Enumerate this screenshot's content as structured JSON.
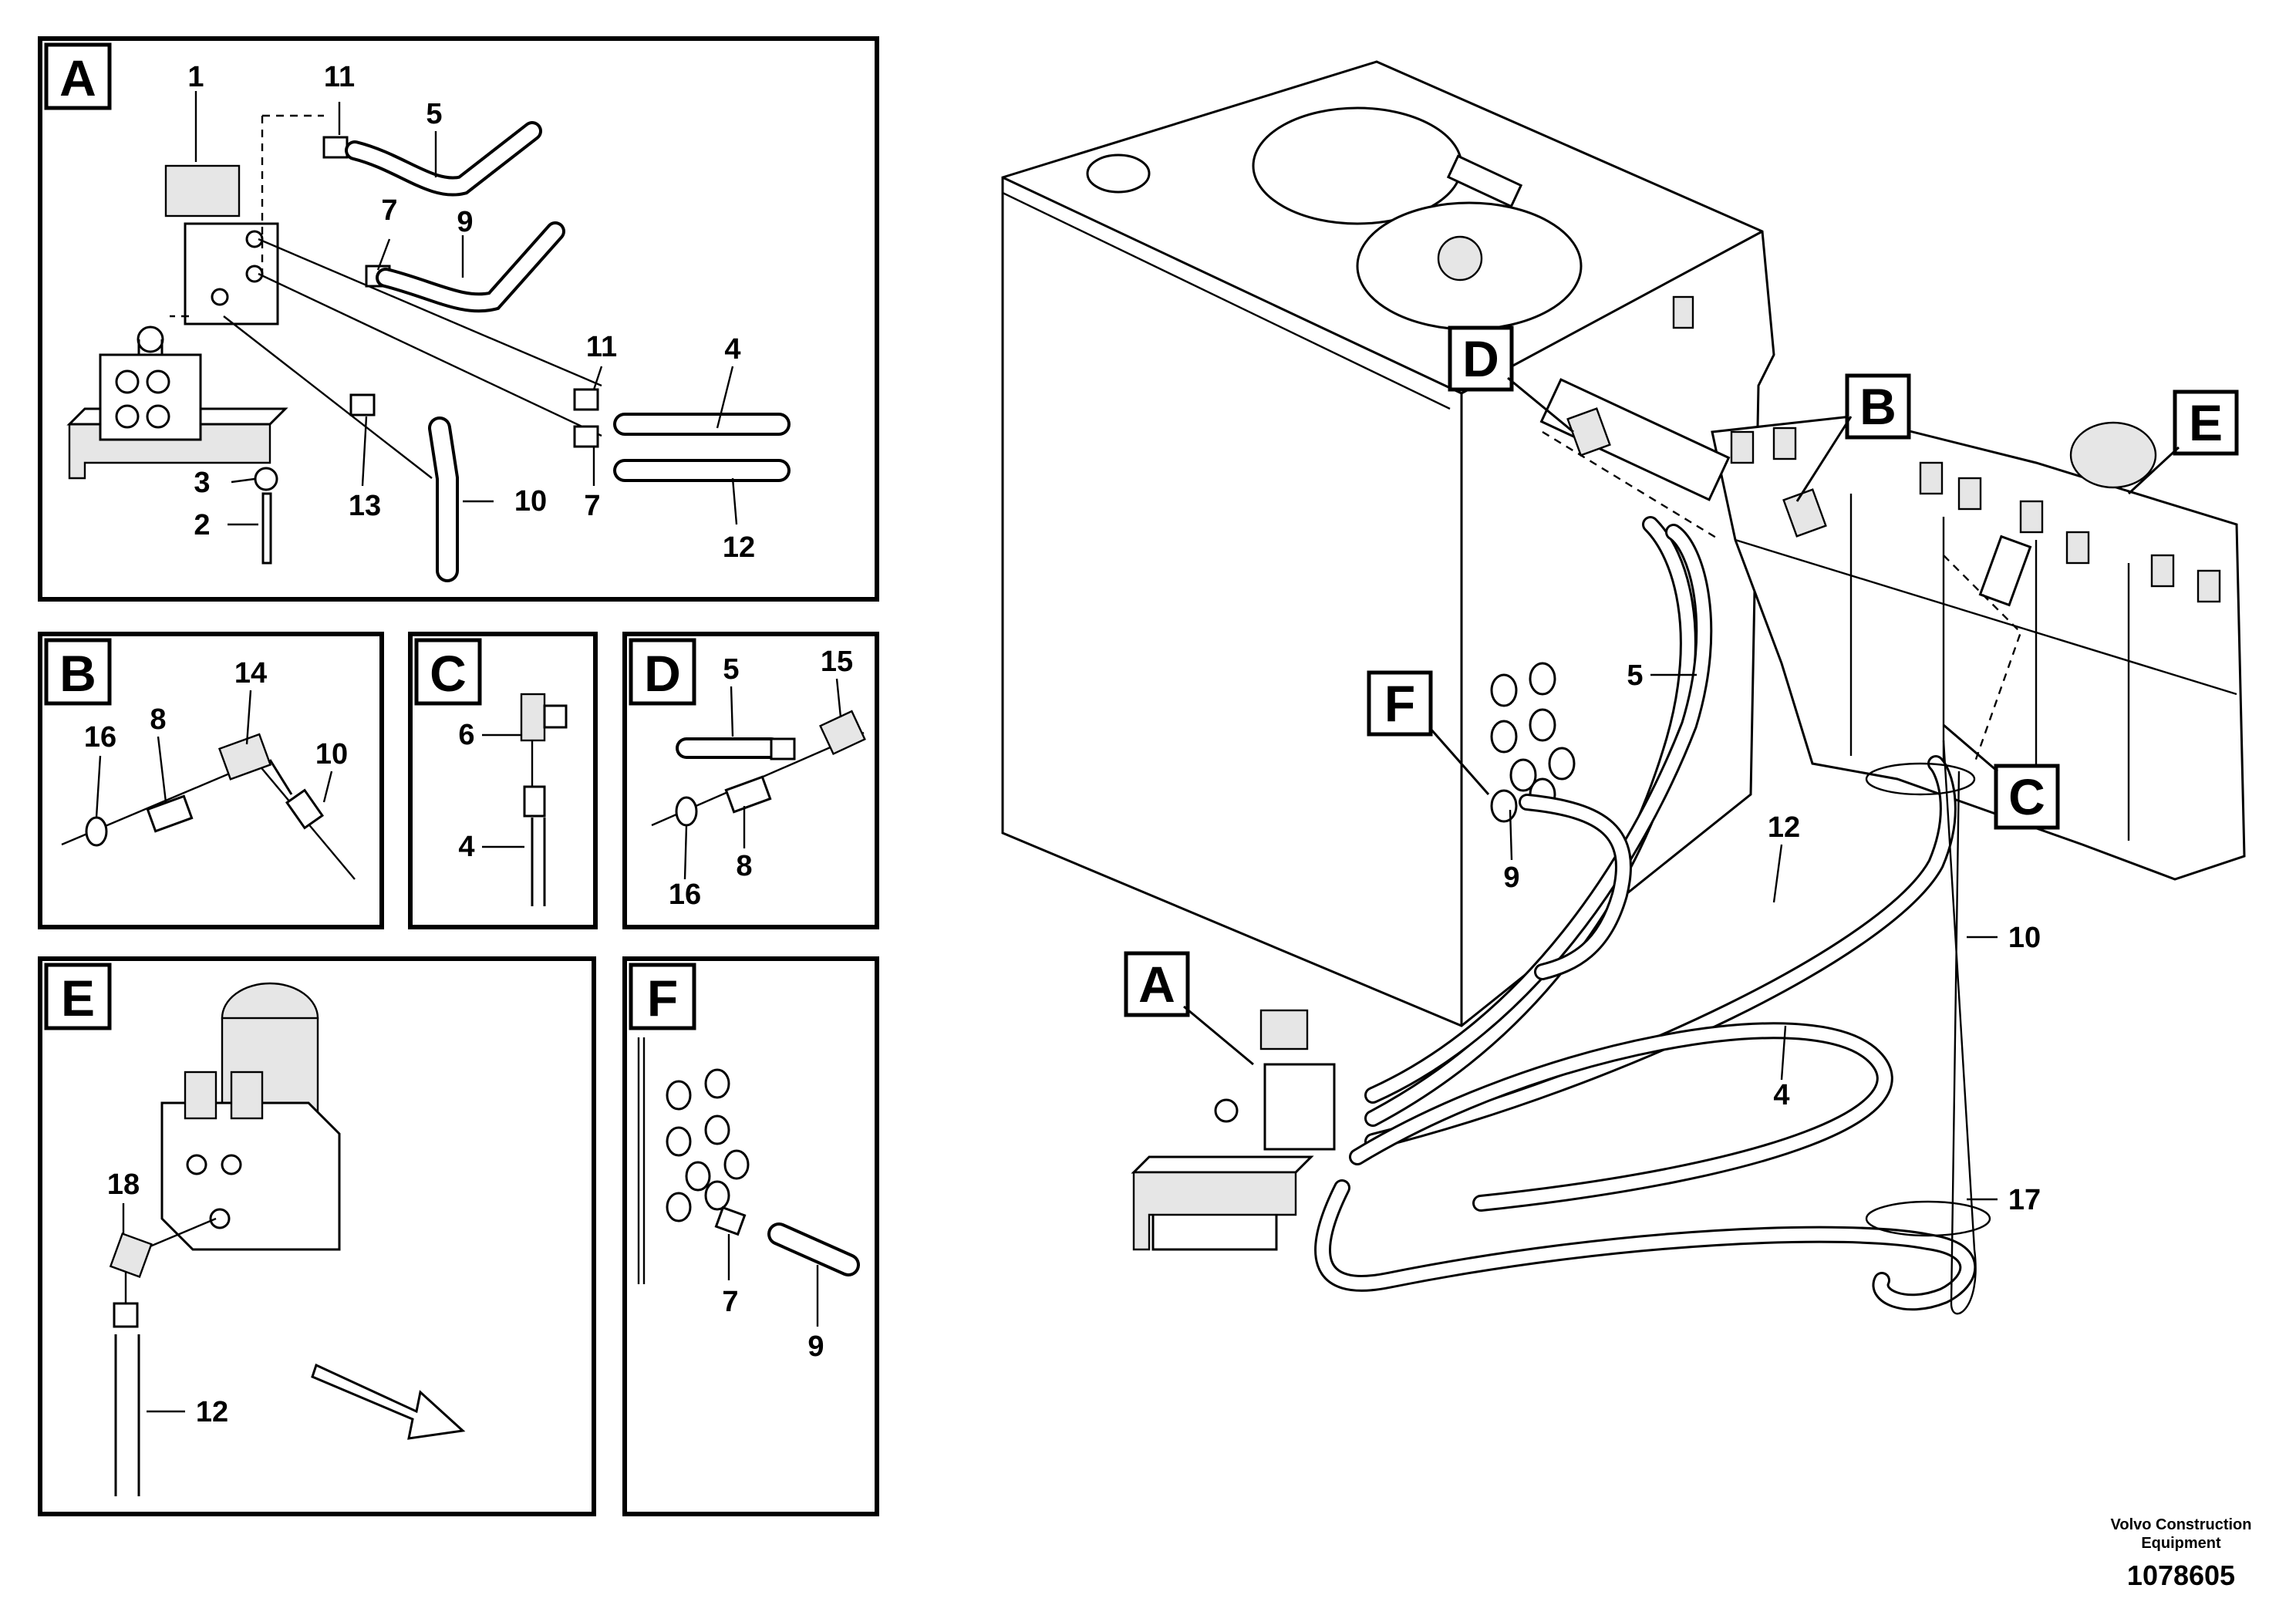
{
  "panels": {
    "A": {
      "letter": "A",
      "callouts": [
        "1",
        "11",
        "5",
        "7",
        "9",
        "11",
        "4",
        "7",
        "12",
        "13",
        "10",
        "3",
        "2"
      ]
    },
    "B": {
      "letter": "B",
      "callouts": [
        "14",
        "8",
        "16",
        "10"
      ]
    },
    "C": {
      "letter": "C",
      "callouts": [
        "6",
        "4"
      ]
    },
    "D": {
      "letter": "D",
      "callouts": [
        "5",
        "15",
        "8",
        "16"
      ]
    },
    "E": {
      "letter": "E",
      "callouts": [
        "18",
        "12"
      ]
    },
    "F": {
      "letter": "F",
      "callouts": [
        "7",
        "9"
      ]
    }
  },
  "main_view": {
    "letters": [
      "D",
      "B",
      "E",
      "F",
      "C",
      "A"
    ],
    "callouts": [
      "5",
      "9",
      "12",
      "10",
      "4",
      "17"
    ]
  },
  "footer": {
    "company_line1": "Volvo Construction",
    "company_line2": "Equipment",
    "drawing_number": "1078605"
  }
}
